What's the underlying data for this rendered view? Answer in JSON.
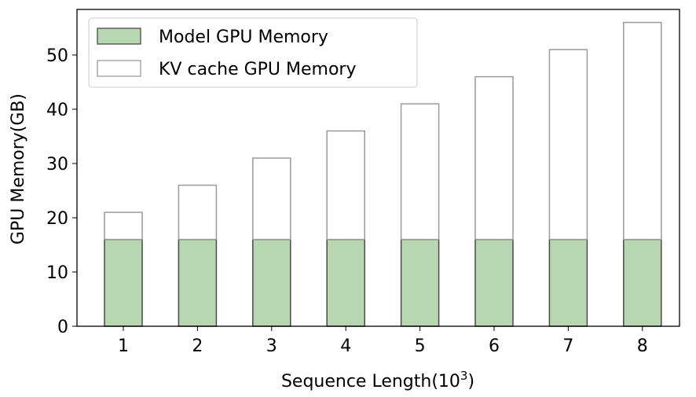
{
  "chart_data": {
    "type": "bar",
    "stacked": true,
    "categories": [
      "1",
      "2",
      "3",
      "4",
      "5",
      "6",
      "7",
      "8"
    ],
    "series": [
      {
        "name": "Model GPU Memory",
        "values": [
          16,
          16,
          16,
          16,
          16,
          16,
          16,
          16
        ],
        "color": "#b6d7b0",
        "edge": "#4a4a4a"
      },
      {
        "name": "KV cache GPU Memory",
        "values": [
          5,
          10,
          15,
          20,
          25,
          30,
          35,
          40
        ],
        "color": "#ffffff",
        "edge": "#9a9a9a"
      }
    ],
    "xlabel": "Sequence Length(10",
    "xlabel_sup": "3",
    "xlabel_end": ")",
    "ylabel": "GPU Memory(GB)",
    "yticks": [
      0,
      10,
      20,
      30,
      40,
      50
    ],
    "ylim": [
      0,
      58.4
    ],
    "grid": false,
    "legend": "top-left"
  }
}
